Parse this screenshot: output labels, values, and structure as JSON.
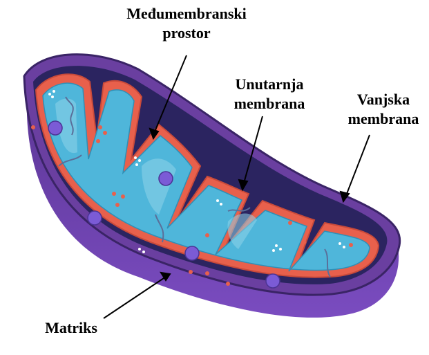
{
  "labels": {
    "intermembrane_space": {
      "line1": "Međumembranski",
      "line2": "prostor"
    },
    "inner_membrane": {
      "line1": "Unutarnja",
      "line2": "membrana"
    },
    "outer_membrane": {
      "line1": "Vanjska",
      "line2": "membrana"
    },
    "matrix": "Matriks"
  },
  "colors": {
    "outer_membrane": "#6a3fa0",
    "outer_shell_dark": "#3a2466",
    "intermembrane_space": "#2b2460",
    "inner_membrane": "#e8604c",
    "inner_membrane_dark": "#c94a3a",
    "matrix": "#4fb6da",
    "matrix_light": "#8fd3ea",
    "granule": "#7b5bd6",
    "ribosome": "#e8604c",
    "arrow": "#000000"
  }
}
